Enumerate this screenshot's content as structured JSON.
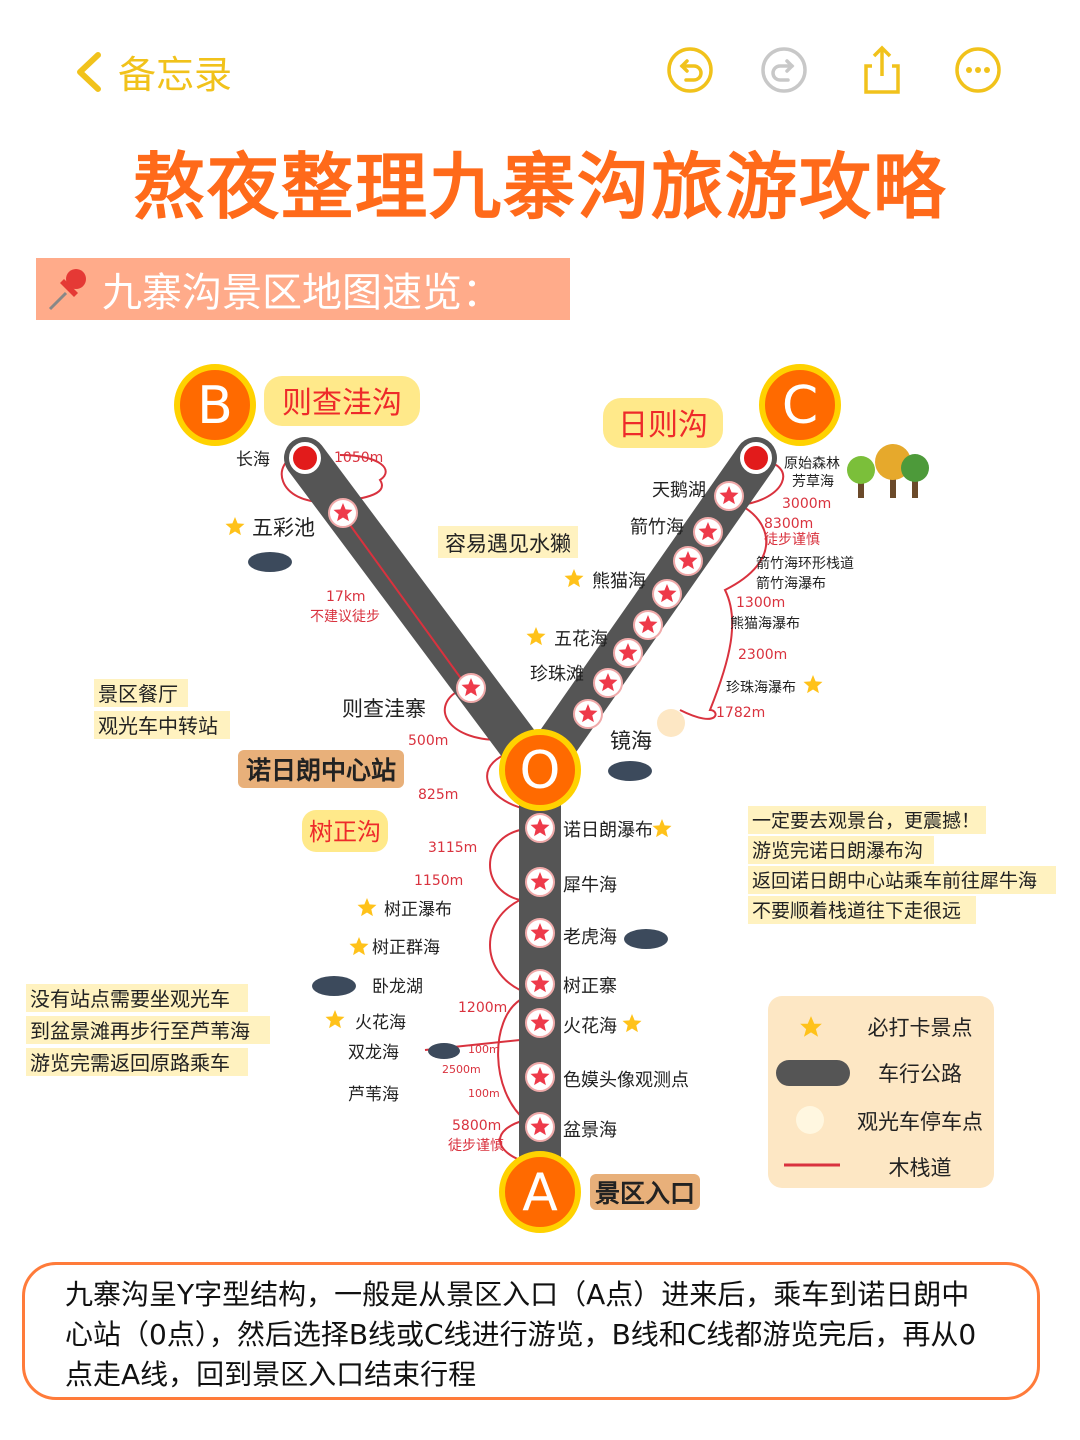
{
  "nav": {
    "back_label": "备忘录"
  },
  "toolbar": {
    "undo_icon": "undo-icon",
    "redo_icon": "redo-icon",
    "share_icon": "share-icon",
    "more_icon": "more-icon"
  },
  "colors": {
    "accent": "#f1c21b",
    "title": "#ff6a1a",
    "road": "#555555",
    "boardwalk": "#d9323e"
  },
  "title": "熬夜整理九寨沟旅游攻略",
  "subhead": "九寨沟景区地图速览：",
  "map": {
    "nodes": {
      "B": "B",
      "C": "C",
      "O": "O",
      "A": "A"
    },
    "labels": {
      "b_line": "则查洼沟",
      "c_line": "日则沟",
      "o_station": "诺日朗中心站",
      "shuzheng": "树正沟",
      "entrance": "景区入口",
      "otter": "容易遇见水獭"
    },
    "b_spots": {
      "changhai": "长海",
      "wucaichi": "五彩池",
      "zechawa": "则查洼寨"
    },
    "c_spots": {
      "tiane": "天鹅湖",
      "jianzhu": "箭竹海",
      "xiongmao": "熊猫海",
      "wuhua": "五花海",
      "zhenzhu": "珍珠滩",
      "jinghai": "镜海",
      "forest": "原始森林",
      "fangcao": "芳草海",
      "jianzhu_trail": "箭竹海环形栈道",
      "jianzhu_fall": "箭竹海瀑布",
      "xiongmao_fall": "熊猫海瀑布",
      "zhenzhu_fall": "珍珠海瀑布"
    },
    "a_spots": {
      "nuorilang_fall": "诺日朗瀑布",
      "xiniu": "犀牛海",
      "laohu": "老虎海",
      "shuzheng_village": "树正寨",
      "huohua_r": "火花海",
      "semo": "色嫫头像观测点",
      "penjing": "盆景海",
      "shuzheng_fall": "树正瀑布",
      "shuzheng_lakes": "树正群海",
      "wolong": "卧龙湖",
      "huohua_l": "火花海",
      "shuanglong": "双龙海",
      "luwei": "芦苇海"
    },
    "distances": {
      "d1050": "1050m",
      "d17km": "17km",
      "no_walk": "不建议徒步",
      "d500": "500m",
      "d825": "825m",
      "d3000": "3000m",
      "d8300": "8300m",
      "careful1": "徒步谨慎",
      "d1300": "1300m",
      "d2300": "2300m",
      "d1782": "1782m",
      "d3115": "3115m",
      "d1150": "1150m",
      "d1200": "1200m",
      "d100a": "100m",
      "d2500": "2500m",
      "d100b": "100m",
      "d5800": "5800m",
      "careful2": "徒步谨慎"
    },
    "notes": {
      "restaurant": [
        "景区餐厅",
        "观光车中转站"
      ],
      "nuorilang": [
        "一定要去观景台，更震撼！",
        "游览完诺日朗瀑布沟",
        "返回诺日朗中心站乘车前往犀牛海",
        "不要顺着栈道往下走很远"
      ],
      "no_station": [
        "没有站点需要坐观光车",
        "到盆景滩再步行至芦苇海",
        "游览完需返回原路乘车"
      ]
    }
  },
  "legend": {
    "star": "必打卡景点",
    "road": "车行公路",
    "stop": "观光车停车点",
    "boardwalk": "木栈道"
  },
  "summary": "九寨沟呈Y字型结构，一般是从景区入口（A点）进来后，乘车到诺日朗中心站（0点），然后选择B线或C线进行游览，B线和C线都游览完后，再从0点走A线，回到景区入口结束行程"
}
